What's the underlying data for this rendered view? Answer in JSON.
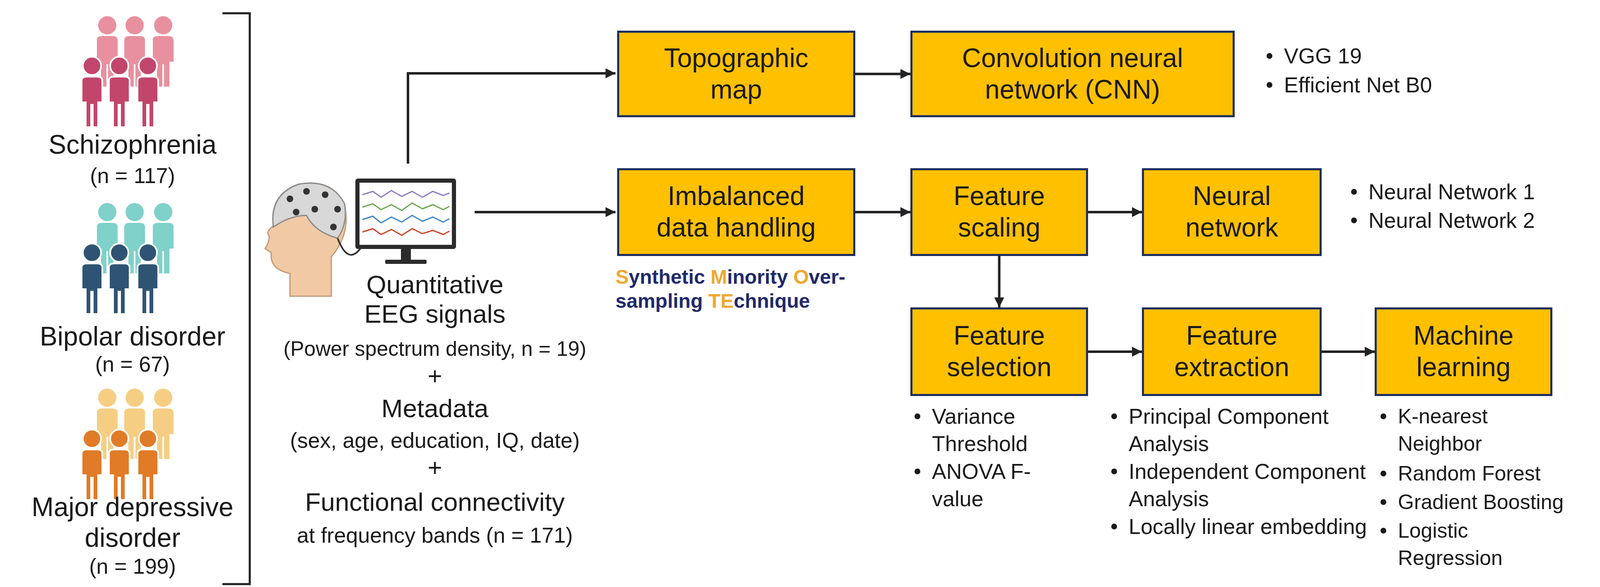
{
  "diagram": {
    "nodes": [
      {
        "text": [
          "Topographic map"
        ]
      },
      {
        "text": [
          "Convolution neural network (CNN)"
        ]
      },
      {
        "text": [
          "Imbalanced data handling"
        ]
      },
      {
        "text": [
          "Feature scaling"
        ]
      },
      {
        "text": [
          "Neural network"
        ]
      },
      {
        "text": [
          "Feature selection"
        ]
      },
      {
        "text": [
          "Feature extraction"
        ]
      },
      {
        "text": [
          "Machine learning"
        ]
      }
    ],
    "edges": [
      {
        "from": 0,
        "to": 1,
        "arrow": "to"
      },
      {
        "from": 2,
        "to": 3,
        "arrow": "to"
      },
      {
        "from": 3,
        "to": 4,
        "arrow": "to"
      },
      {
        "from": 3,
        "to": 5,
        "arrow": "to"
      },
      {
        "from": 5,
        "to": 6,
        "arrow": "to"
      },
      {
        "from": 6,
        "to": 7,
        "arrow": "to"
      }
    ],
    "labels": [
      "Schizophrenia",
      "(n = 117)",
      "Bipolar disorder",
      "(n = 67)",
      "Major depressive disorder",
      "(n = 199)",
      "Quantitative EEG signals",
      "(Power spectrum density, n = 19)",
      "+",
      "Metadata",
      "(sex, age, education, IQ, date)",
      "+",
      "Functional connectivity",
      "at frequency bands (n = 171)",
      "Synthetic Minority Over-sampling TEchnique",
      "VGG 19",
      "Efficient Net B0",
      "Neural Network 1",
      "Neural Network 2",
      "Variance Threshold",
      "ANOVA F-value",
      "Principal Component Analysis",
      "Independent Component Analysis",
      "Locally linear embedding",
      "K-nearest Neighbor",
      "Random Forest",
      "Gradient Boosting",
      "Logistic Regression"
    ]
  }
}
